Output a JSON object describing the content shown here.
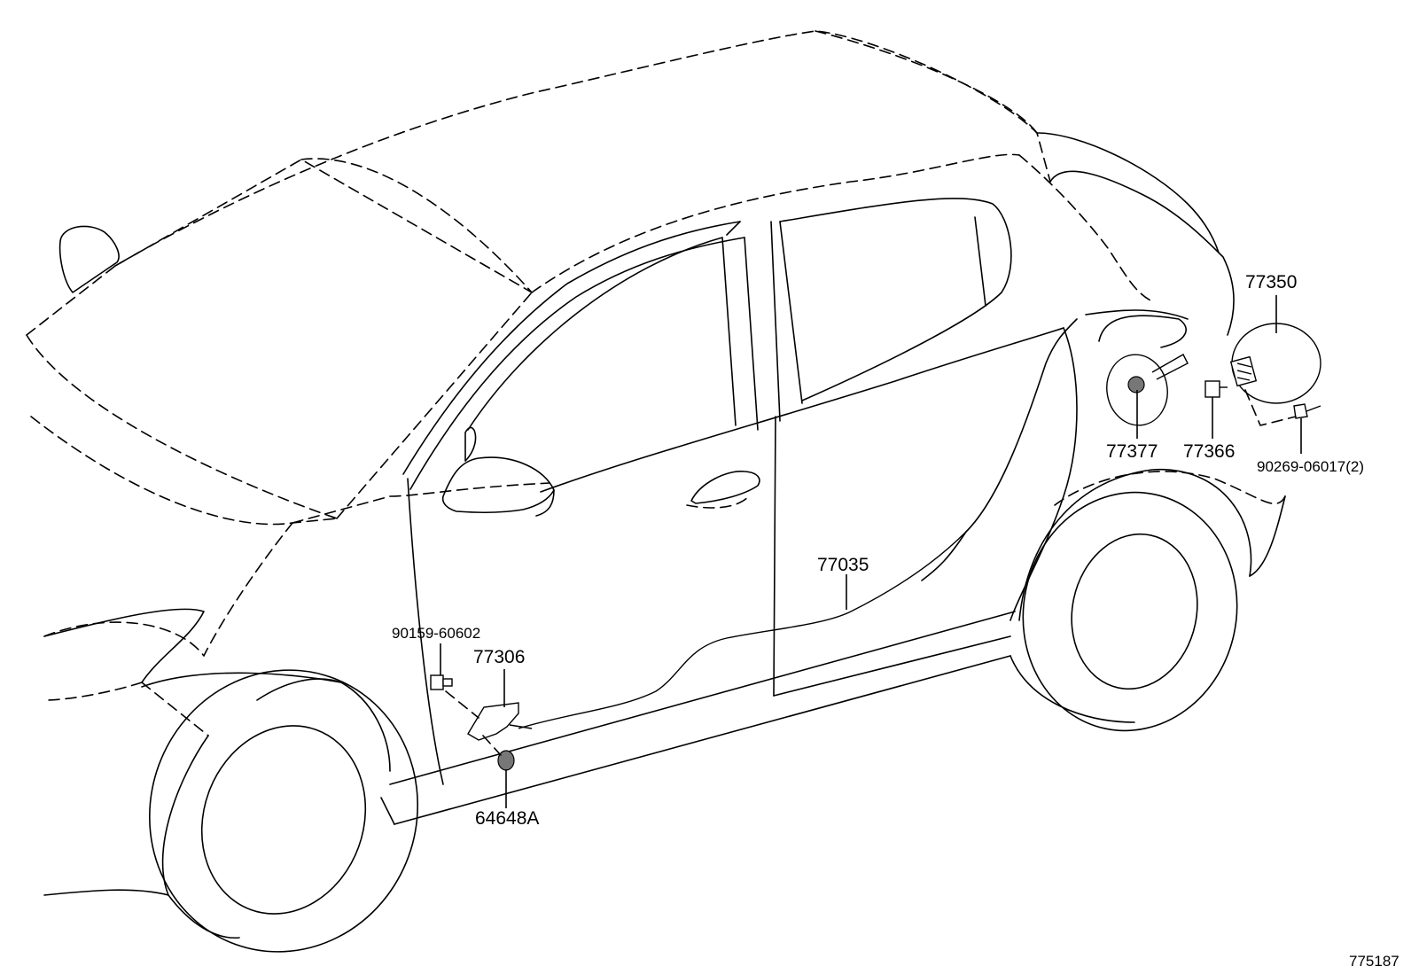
{
  "diagram": {
    "parts": {
      "p77350": "77350",
      "p77377": "77377",
      "p77366": "77366",
      "p90269": "90269-06017(2)",
      "p77035": "77035",
      "p90159": "90159-60602",
      "p77306": "77306",
      "p64648": "64648A"
    },
    "figure_number": "775187"
  }
}
